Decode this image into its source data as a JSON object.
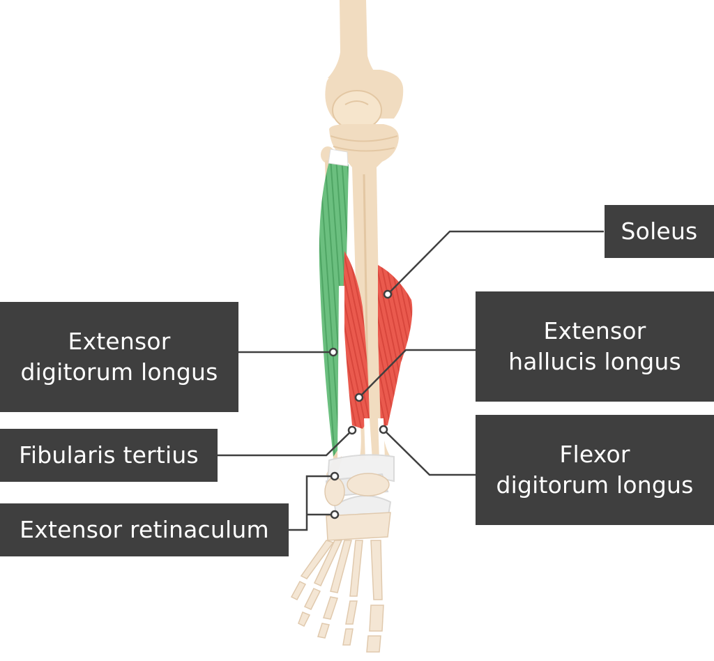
{
  "labels": {
    "soleus": {
      "text": "Soleus"
    },
    "extensor_digitorum_longus": {
      "line1": "Extensor",
      "line2": "digitorum longus"
    },
    "extensor_hallucis_longus": {
      "line1": "Extensor",
      "line2": "hallucis longus"
    },
    "fibularis_tertius": {
      "text": "Fibularis tertius"
    },
    "flexor_digitorum_longus": {
      "line1": "Flexor",
      "line2": "digitorum longus"
    },
    "extensor_retinaculum": {
      "text": "Extensor retinaculum"
    }
  },
  "colors": {
    "label_background": "#3f3f3f",
    "label_text": "#ffffff",
    "leader_line": "#3f3f3f",
    "bone": "#f1dcc0",
    "bone_shadow": "#e3c7a3",
    "highlight_muscle": "#6bbf7f",
    "muscle_red": "#e9594e",
    "tendon": "#ffffff"
  },
  "icons": [
    "leg-skeleton-illustration"
  ]
}
